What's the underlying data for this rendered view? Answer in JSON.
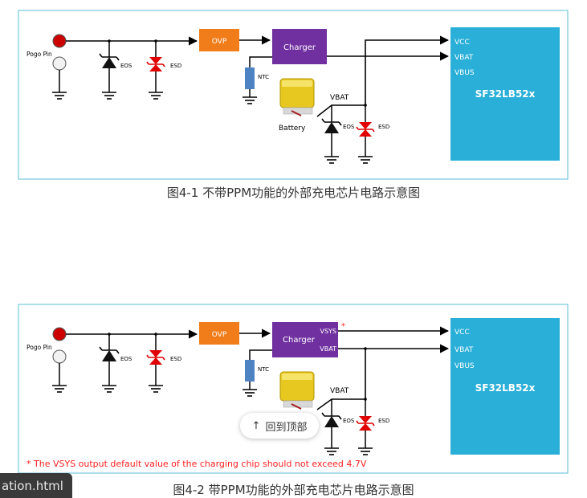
{
  "figure1": {
    "caption": "图4-1 不带PPM功能的外部充电芯片电路示意图",
    "pogo_pin": "Pogo Pin",
    "eos": "EOS",
    "esd": "ESD",
    "ovp": "OVP",
    "charger": "Charger",
    "ntc": "NTC",
    "battery": "Battery",
    "vbat_label": "VBAT",
    "battery_eos": "EOS",
    "battery_esd": "ESD",
    "chip": {
      "name": "SF32LB52x",
      "pins": [
        "VCC",
        "VBAT",
        "VBUS"
      ]
    }
  },
  "figure2": {
    "caption": "图4-2 带PPM功能的外部充电芯片电路示意图",
    "pogo_pin": "Pogo Pin",
    "eos": "EOS",
    "esd": "ESD",
    "ovp": "OVP",
    "charger": "Charger",
    "charger_vsys": "VSYS",
    "charger_vbat": "VBAT",
    "asterisk": "*",
    "ntc": "NTC",
    "vbat_label": "VBAT",
    "battery_eos": "EOS",
    "battery_esd": "ESD",
    "chip": {
      "name": "SF32LB52x",
      "pins": [
        "VCC",
        "VBAT",
        "VBUS"
      ]
    },
    "note": "* The VSYS output default value of the charging chip should not exceed 4.7V"
  },
  "back_to_top": {
    "label": "回到顶部"
  },
  "file_tab": {
    "label": "ation.html"
  },
  "colors": {
    "border": "#5bbcd6",
    "ovp": "#f07d1a",
    "charger": "#7030a0",
    "chip": "#29afd8",
    "red": "#e00000",
    "ntc": "#4e83c3",
    "note": "#ff2020"
  }
}
